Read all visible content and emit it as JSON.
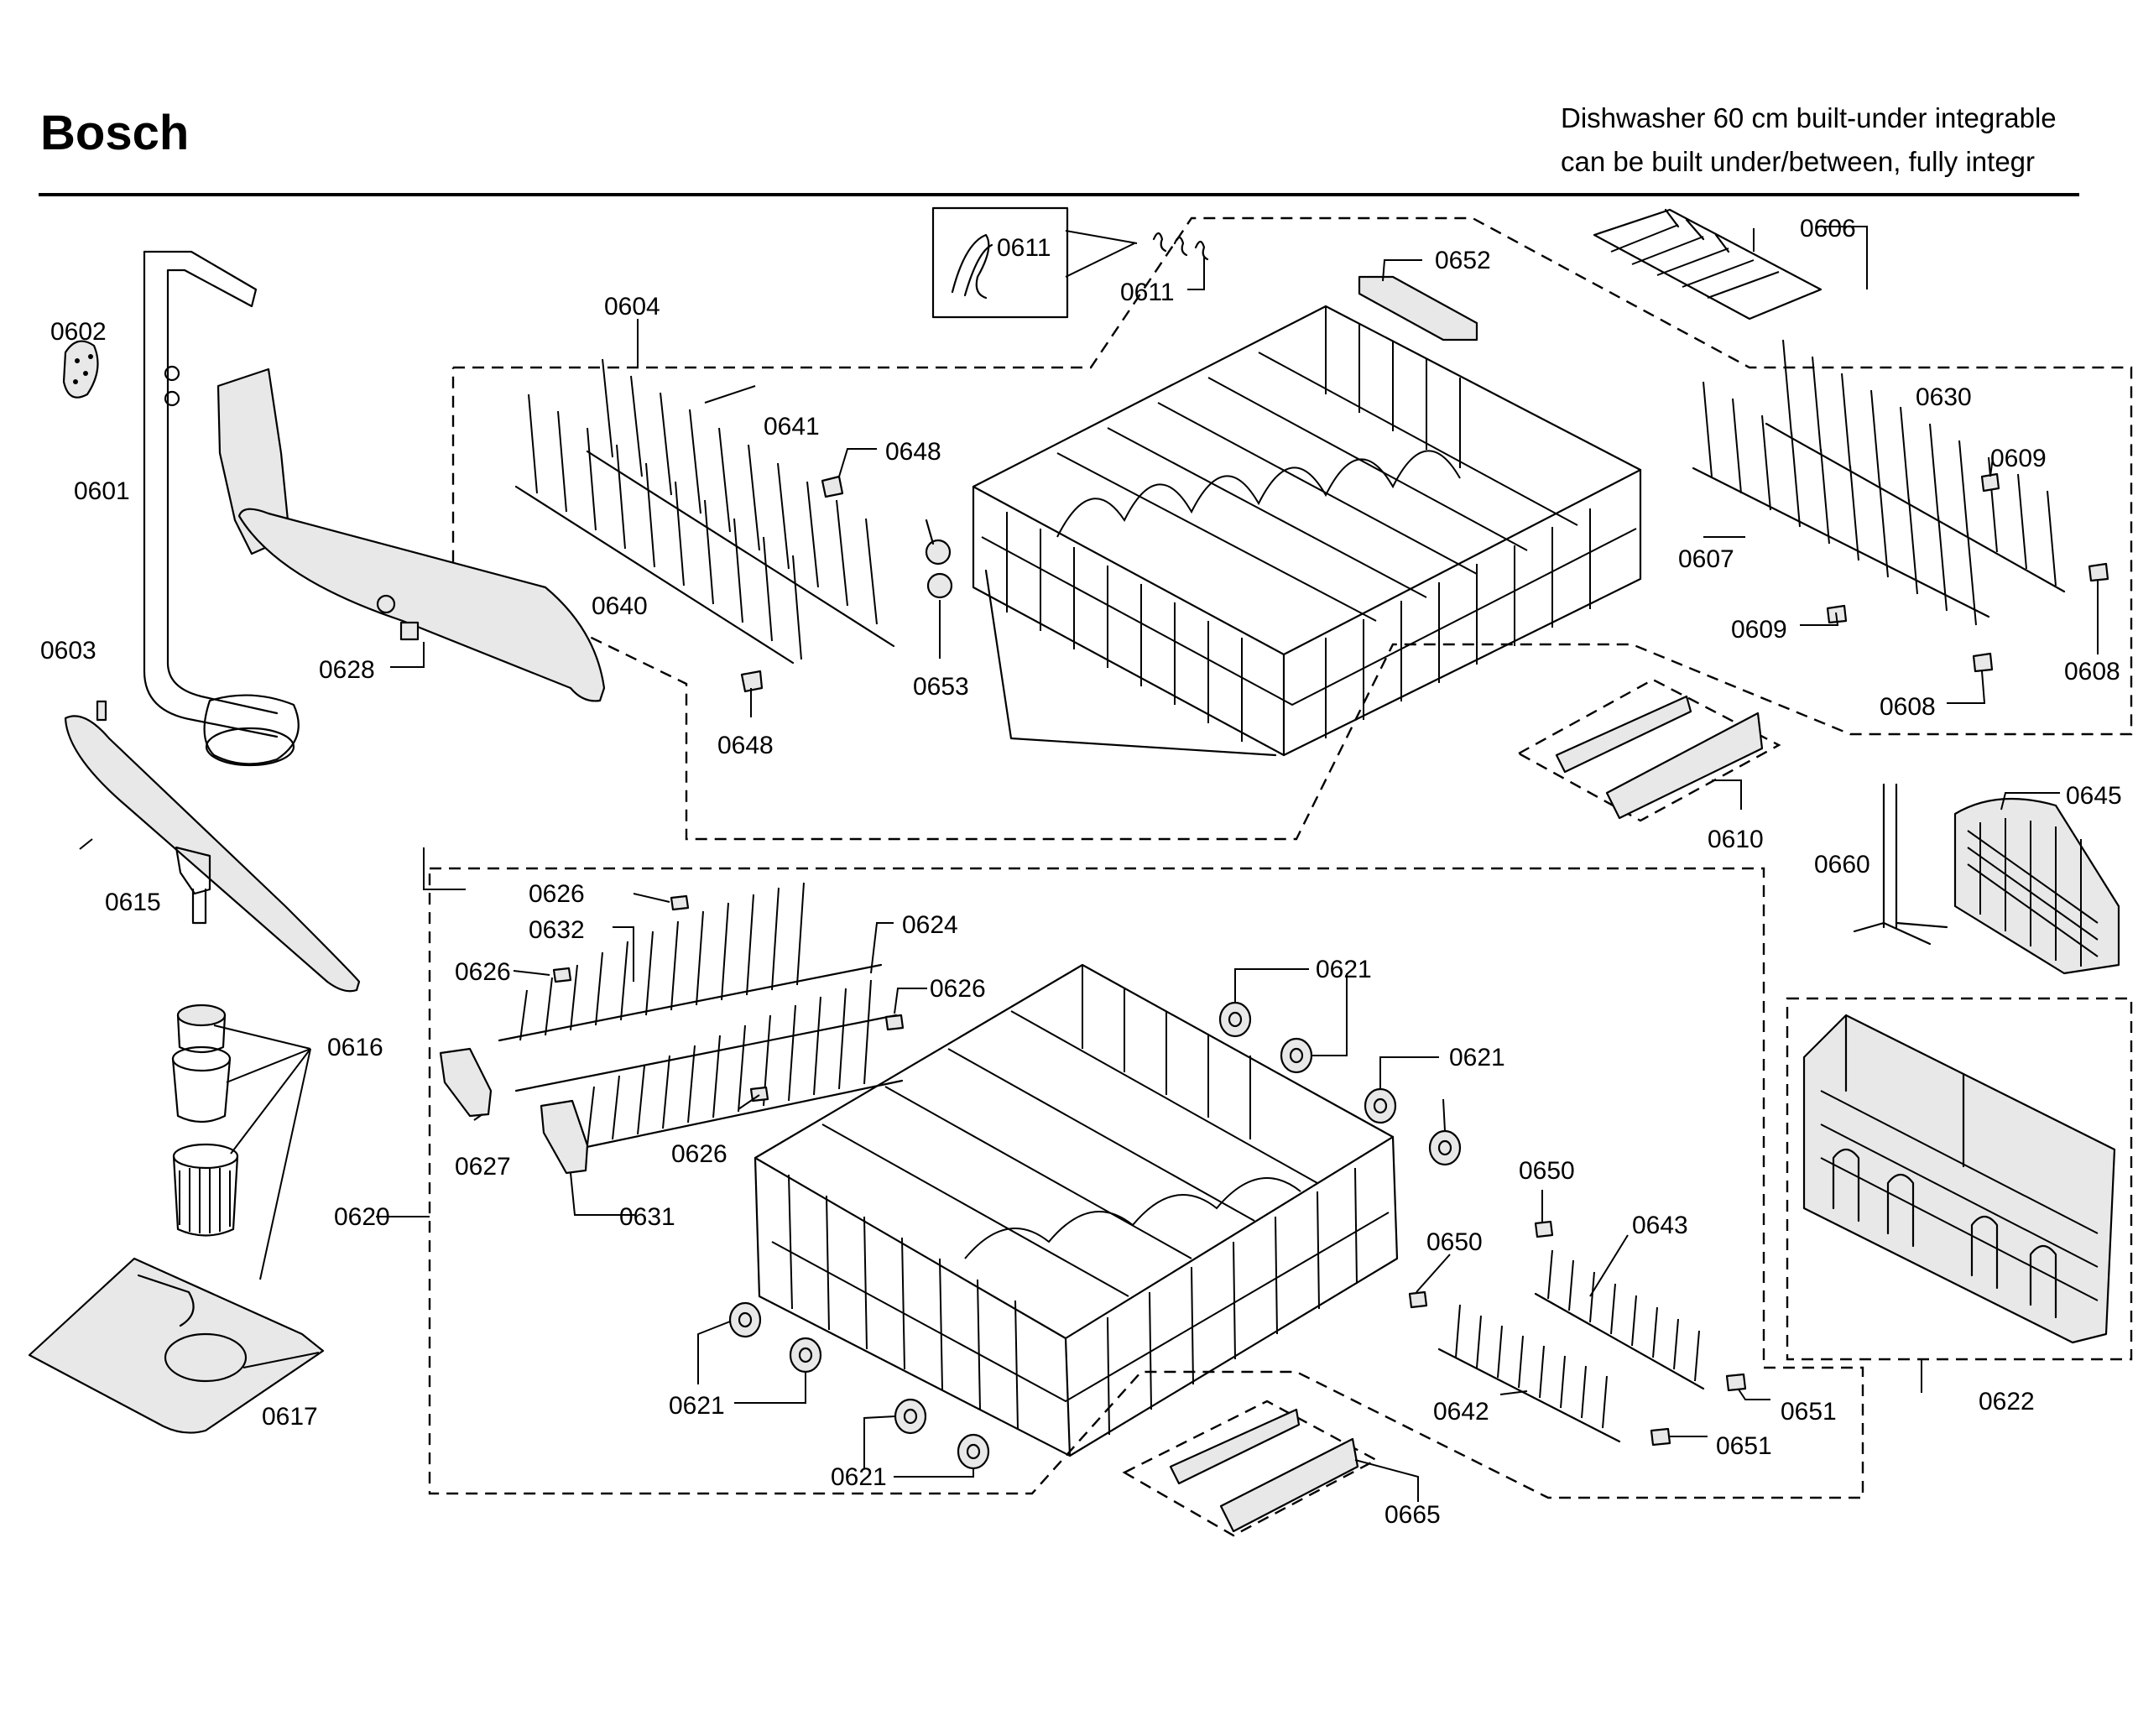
{
  "header": {
    "brand": "Bosch",
    "subtitle_line1": "Dishwasher 60 cm built-under integrable",
    "subtitle_line2": "can be built under/between, fully integr"
  },
  "callouts": {
    "c0602": "0602",
    "c0601": "0601",
    "c0603": "0603",
    "c0615": "0615",
    "c0616": "0616",
    "c0617": "0617",
    "c0628": "0628",
    "c0604": "0604",
    "c0641": "0641",
    "c0648a": "0648",
    "c0640": "0640",
    "c0648b": "0648",
    "c0653": "0653",
    "c0611a": "0611",
    "c0611b": "0611",
    "c0652": "0652",
    "c0606": "0606",
    "c0630": "0630",
    "c0609a": "0609",
    "c0607": "0607",
    "c0609b": "0609",
    "c0608a": "0608",
    "c0608b": "0608",
    "c0610": "0610",
    "c0660": "0660",
    "c0645": "0645",
    "c0622": "0622",
    "c0620": "0620",
    "c0626a": "0626",
    "c0632": "0632",
    "c0624": "0624",
    "c0626b": "0626",
    "c0626c": "0626",
    "c0626d": "0626",
    "c0627": "0627",
    "c0631": "0631",
    "c0621a": "0621",
    "c0621b": "0621",
    "c0621c": "0621",
    "c0621d": "0621",
    "c0650a": "0650",
    "c0650b": "0650",
    "c0643": "0643",
    "c0642": "0642",
    "c0651a": "0651",
    "c0651b": "0651",
    "c0665": "0665"
  }
}
